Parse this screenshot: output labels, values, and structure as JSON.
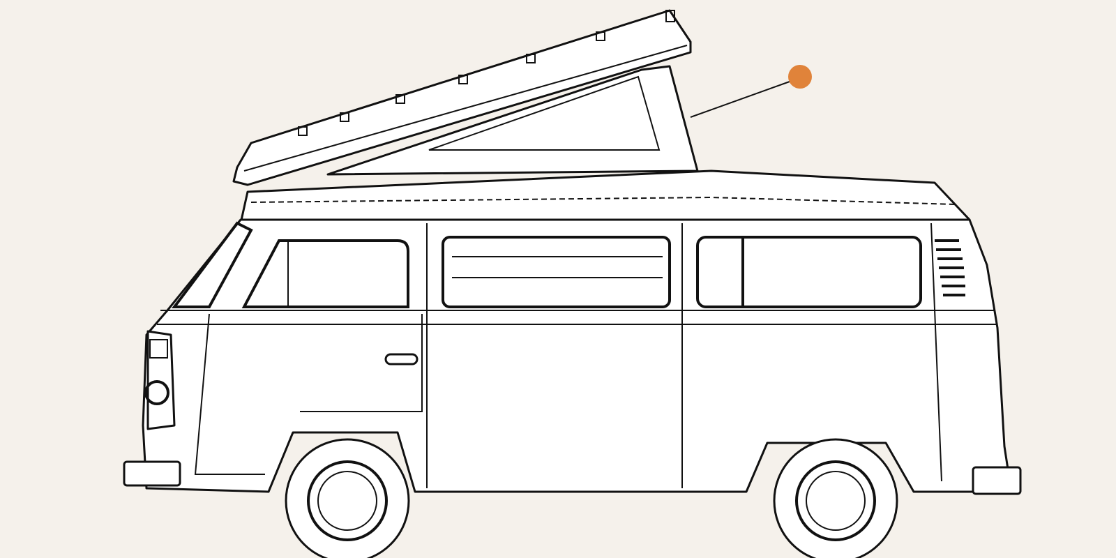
{
  "colors": {
    "background": "#f5f1eb",
    "hotspot": "#e0833a",
    "line": "#111111",
    "fill": "#ffffff"
  },
  "illustration": {
    "subject": "camper-van",
    "icon": "van-line-drawing"
  },
  "hotspot": {
    "icon": "orange-dot-marker"
  }
}
